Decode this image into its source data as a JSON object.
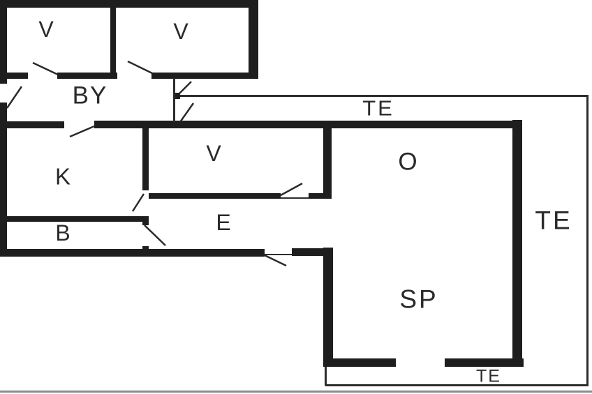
{
  "plan": {
    "type": "floor-plan",
    "colors": {
      "wall": "#1e1e1e",
      "thin_line": "#2d2d2d",
      "text": "#2a2a2a",
      "background": "#ffffff"
    },
    "rooms": [
      {
        "id": "room-v-1",
        "label": "V"
      },
      {
        "id": "room-v-2",
        "label": "V"
      },
      {
        "id": "room-by",
        "label": "BY"
      },
      {
        "id": "room-k",
        "label": "K"
      },
      {
        "id": "room-v-3",
        "label": "V"
      },
      {
        "id": "room-b",
        "label": "B"
      },
      {
        "id": "room-e",
        "label": "E"
      },
      {
        "id": "terrace-top",
        "label": "TE"
      },
      {
        "id": "room-o",
        "label": "O"
      },
      {
        "id": "terrace-right",
        "label": "TE"
      },
      {
        "id": "room-sp",
        "label": "SP"
      },
      {
        "id": "terrace-bottom",
        "label": "TE"
      }
    ]
  }
}
